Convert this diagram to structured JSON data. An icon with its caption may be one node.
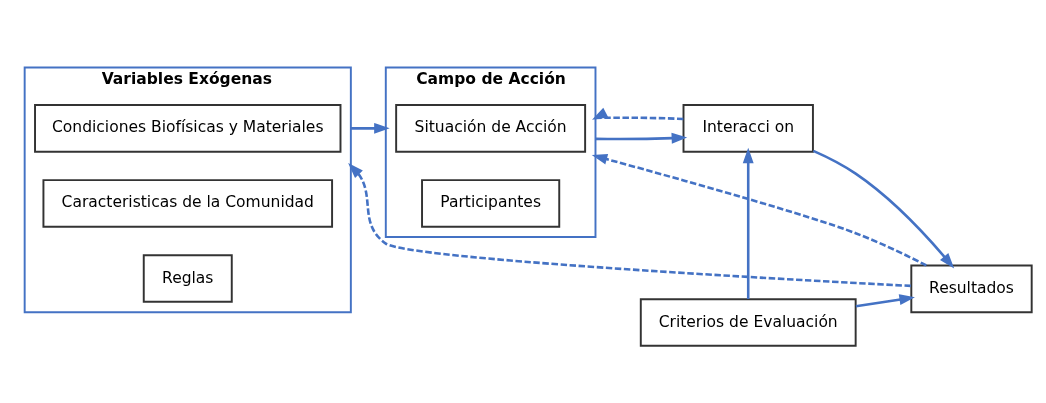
{
  "diagram": {
    "nodes": [
      {
        "text": [
          "Variables Exógenas"
        ]
      },
      {
        "text": [
          "Condiciones Biofísicas y Materiales"
        ],
        "in": 0
      },
      {
        "text": [
          "Caracteristicas de la Comunidad"
        ],
        "in": 0
      },
      {
        "text": [
          "Reglas"
        ],
        "in": 0
      },
      {
        "text": [
          "Campo de Acción"
        ]
      },
      {
        "text": [
          "Situación de Acción"
        ],
        "in": 4
      },
      {
        "text": [
          "Participantes"
        ],
        "in": 4
      },
      {
        "text": [
          "Interacci on"
        ]
      },
      {
        "text": [
          "Criterios de Evaluación"
        ]
      },
      {
        "text": [
          "Resultados"
        ]
      }
    ],
    "edges": [
      {
        "from": 0,
        "to": 4,
        "arrow": "to"
      },
      {
        "from": 4,
        "to": 7,
        "arrow": "to"
      },
      {
        "from": 7,
        "to": 4,
        "arrow": "to",
        "style": "dashed"
      },
      {
        "from": 7,
        "to": 9,
        "arrow": "to"
      },
      {
        "from": 8,
        "to": 7,
        "arrow": "to"
      },
      {
        "from": 8,
        "to": 9,
        "arrow": "to"
      },
      {
        "from": 9,
        "to": 0,
        "arrow": "to",
        "style": "dashed"
      },
      {
        "from": 9,
        "to": 4,
        "arrow": "to",
        "style": "dashed"
      }
    ]
  }
}
